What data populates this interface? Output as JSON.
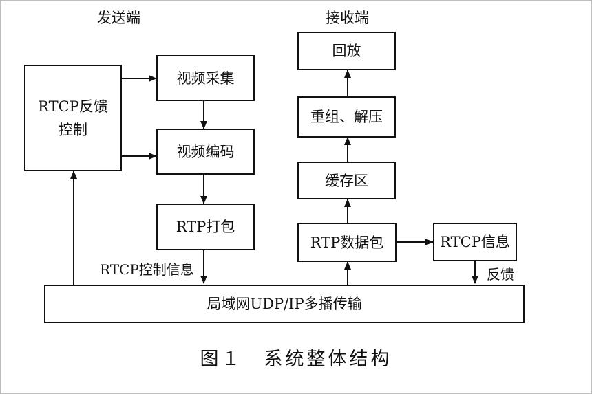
{
  "headings": {
    "sender": "发送端",
    "receiver": "接收端"
  },
  "boxes": {
    "rtcp_control": "RTCP反馈\n控制",
    "video_capture": "视频采集",
    "video_encode": "视频编码",
    "rtp_pack": "RTP打包",
    "playback": "回放",
    "reassemble_decompress": "重组、解压",
    "buffer": "缓存区",
    "rtp_packet": "RTP数据包",
    "rtcp_info": "RTCP信息",
    "network": "局域网UDP/IP多播传输"
  },
  "labels": {
    "rtcp_control_info": "RTCP控制信息",
    "feedback": "反馈"
  },
  "caption": "图１　系统整体结构"
}
